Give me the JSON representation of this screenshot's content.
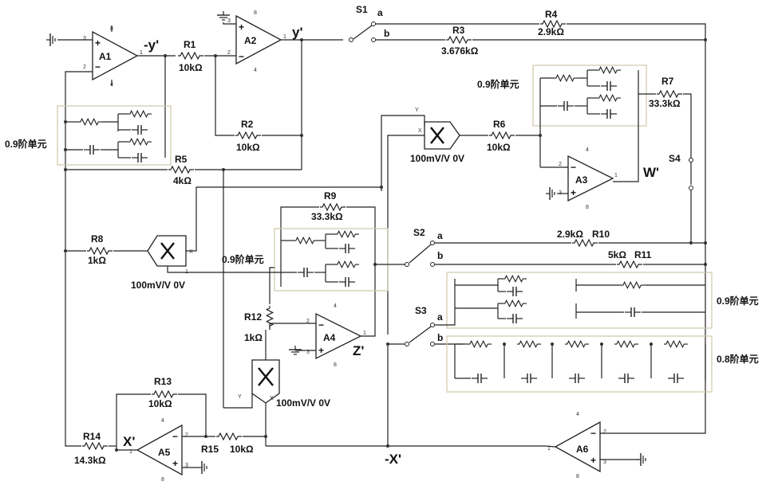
{
  "opamps": {
    "a1": "A1",
    "a2": "A2",
    "a3": "A3",
    "a4": "A4",
    "a5": "A5",
    "a6": "A6"
  },
  "signals": {
    "neg_y": "-y'",
    "y": "y'",
    "w": "W'",
    "z": "Z'",
    "x": "X'",
    "neg_x": "-X'"
  },
  "resistors": {
    "r1": {
      "name": "R1",
      "value": "10kΩ"
    },
    "r2": {
      "name": "R2",
      "value": "10kΩ"
    },
    "r3": {
      "name": "R3",
      "value": "3.676kΩ"
    },
    "r4": {
      "name": "R4",
      "value": "2.9kΩ"
    },
    "r5": {
      "name": "R5",
      "value": "4kΩ"
    },
    "r6": {
      "name": "R6",
      "value": "10kΩ"
    },
    "r7": {
      "name": "R7",
      "value": "33.3kΩ"
    },
    "r8": {
      "name": "R8",
      "value": "1kΩ"
    },
    "r9": {
      "name": "R9",
      "value": "33.3kΩ"
    },
    "r10": {
      "name": "R10",
      "value": "2.9kΩ"
    },
    "r11": {
      "name": "R11",
      "value": "5kΩ"
    },
    "r12": {
      "name": "R12",
      "value": "1kΩ"
    },
    "r13": {
      "name": "R13",
      "value": "10kΩ"
    },
    "r14": {
      "name": "R14",
      "value": "14.3kΩ"
    },
    "r15": {
      "name": "R15",
      "value": "10kΩ"
    }
  },
  "switches": {
    "s1": "S1",
    "s2": "S2",
    "s3": "S3",
    "s4": "S4",
    "a": "a",
    "b": "b"
  },
  "multiplier_gain": "100mV/V 0V",
  "units": {
    "u09": "0.9阶单元",
    "u08": "0.8阶单元"
  },
  "mult_pins": {
    "x": "X",
    "y": "Y"
  },
  "pins": {
    "p1": "1",
    "p2": "2",
    "p3": "3",
    "p4": "4",
    "p8": "8"
  }
}
